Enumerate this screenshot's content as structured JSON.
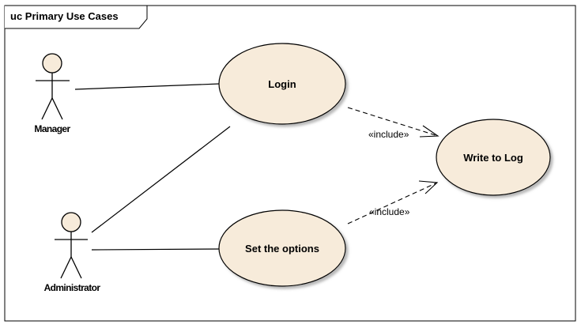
{
  "frame": {
    "title": "uc Primary Use Cases"
  },
  "actors": [
    {
      "id": "manager",
      "name": "Manager"
    },
    {
      "id": "administrator",
      "name": "Administrator"
    }
  ],
  "use_cases": [
    {
      "id": "login",
      "name": "Login"
    },
    {
      "id": "set_options",
      "name": "Set the options"
    },
    {
      "id": "write_log",
      "name": "Write to Log"
    }
  ],
  "relationships": [
    {
      "from": "manager",
      "to": "login",
      "type": "association"
    },
    {
      "from": "administrator",
      "to": "login",
      "type": "association"
    },
    {
      "from": "administrator",
      "to": "set_options",
      "type": "association"
    },
    {
      "from": "login",
      "to": "write_log",
      "type": "include",
      "label": "«include»"
    },
    {
      "from": "set_options",
      "to": "write_log",
      "type": "include",
      "label": "«include»"
    }
  ],
  "colors": {
    "use_case_fill": "#f7ebda",
    "actor_head_fill": "#f7ebda",
    "line": "#000000"
  }
}
